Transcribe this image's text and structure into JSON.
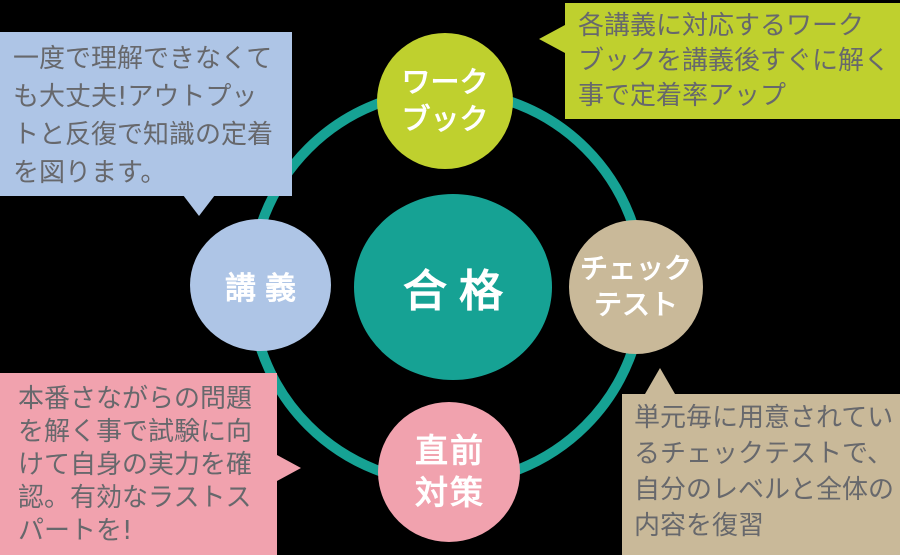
{
  "background": "#000000",
  "ring": {
    "color": "#16a294",
    "stroke_width": 10
  },
  "center": {
    "label": "合格",
    "color": "#16a294",
    "text_color": "#ffffff"
  },
  "nodes": {
    "workbook": {
      "label": "ワーク\nブック",
      "color": "#bfd02e"
    },
    "lecture": {
      "label": "講義",
      "color": "#aec5e6"
    },
    "check_test": {
      "label": "チェック\nテスト",
      "color": "#c9b999"
    },
    "last_minute": {
      "label": "直前\n対策",
      "color": "#f1a2ae"
    }
  },
  "bubbles": {
    "text_color": "#67686c",
    "lecture_note": {
      "text": "一度で理解できなくて\nも大丈夫!アウトプッ\nトと反復で知識の定着\nを図ります。",
      "color": "#aec5e6"
    },
    "workbook_note": {
      "text": "各講義に対応するワーク\nブックを講義後すぐに解く\n事で定着率アップ",
      "color": "#bfd02e"
    },
    "check_test_note": {
      "text": "単元毎に用意されてい\nるチェックテストで、\n自分のレベルと全体の\n内容を復習",
      "color": "#c9b999"
    },
    "last_minute_note": {
      "text": "本番さながらの問題\nを解く事で試験に向\nけて自身の実力を確\n認。有効なラストス\nパートを!",
      "color": "#f1a2ae"
    }
  }
}
